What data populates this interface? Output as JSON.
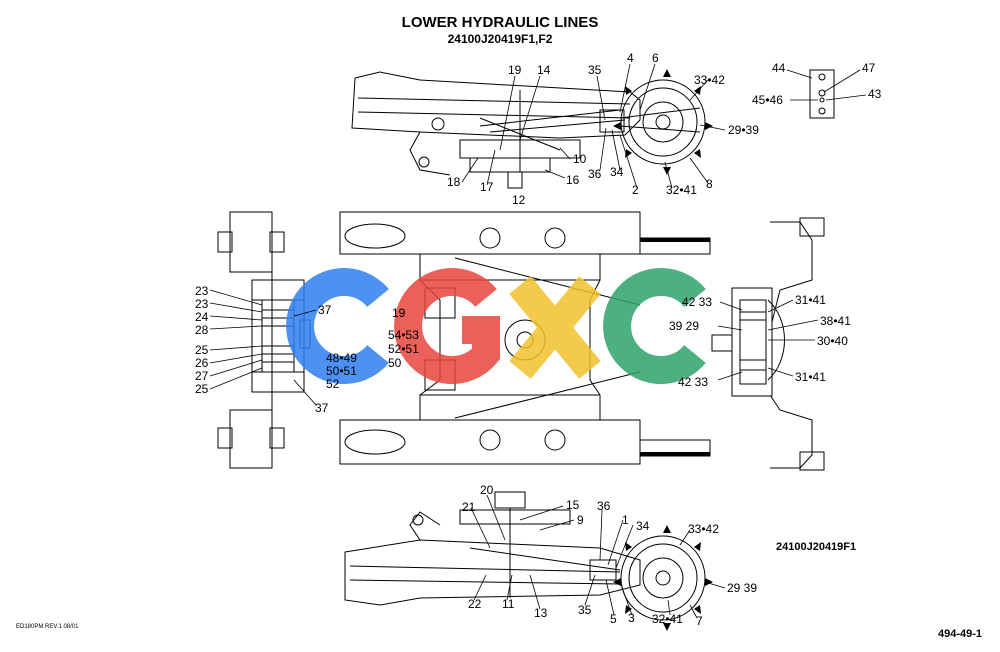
{
  "title": "LOWER HYDRAULIC LINES",
  "subtitle": "24100J20419F1,F2",
  "view_reference": "24100J20419F1",
  "footer_left": "ED180PM REV.1  08/01",
  "footer_right": "494-49-1",
  "watermark": {
    "text": "CGXC",
    "colors": [
      "#2f7ff0",
      "#e8453c",
      "#f3c12c",
      "#2ea36c"
    ]
  },
  "callouts": {
    "top_view": [
      "19",
      "14",
      "35",
      "4",
      "6",
      "33•42",
      "44",
      "47",
      "45•46",
      "43",
      "29•39",
      "10",
      "34",
      "8",
      "18",
      "17",
      "16",
      "36",
      "2",
      "32•41",
      "12"
    ],
    "left_view": [
      "23",
      "23",
      "24",
      "28",
      "25",
      "26",
      "27",
      "25",
      "37",
      "48•49",
      "50•51",
      "52",
      "37"
    ],
    "center_view": [
      "19",
      "54•53",
      "52•51",
      "50"
    ],
    "right_view": [
      "42 33",
      "39 29",
      "42 33",
      "31•41",
      "38•41",
      "30•40",
      "31•41"
    ],
    "bottom_view": [
      "20",
      "21",
      "15",
      "9",
      "36",
      "1",
      "34",
      "33•42",
      "22",
      "11",
      "13",
      "35",
      "5",
      "3",
      "32•41",
      "7",
      "29 39"
    ]
  }
}
